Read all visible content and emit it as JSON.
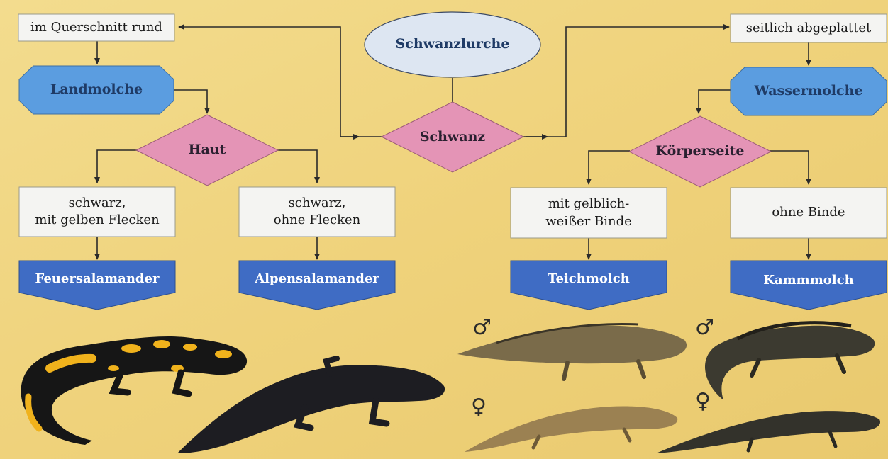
{
  "root": "Schwanzlurche",
  "decision_tail": "Schwanz",
  "left_branch": {
    "trait": "im Querschnitt rund",
    "group": "Landmolche",
    "decision": "Haut",
    "option_a": "schwarz,\nmit gelben Flecken",
    "option_b": "schwarz,\nohne Flecken",
    "species_a": "Feuersalamander",
    "species_b": "Alpensalamander"
  },
  "right_branch": {
    "trait": "seitlich abgeplattet",
    "group": "Wassermolche",
    "decision": "Körperseite",
    "option_a": "mit gelblich-\nweißer Binde",
    "option_b": "ohne Binde",
    "species_a": "Teichmolch",
    "species_b": "Kammmolch"
  },
  "sex_symbols": {
    "male": "♂",
    "female": "♀"
  },
  "colors": {
    "background": "#f0d57f",
    "box": "#f4f4f2",
    "octagon": "#5b9de0",
    "diamond": "#e494b6",
    "ellipse": "#dde6f2",
    "pentagon": "#3f6cc4",
    "line": "#2a2a2a"
  }
}
